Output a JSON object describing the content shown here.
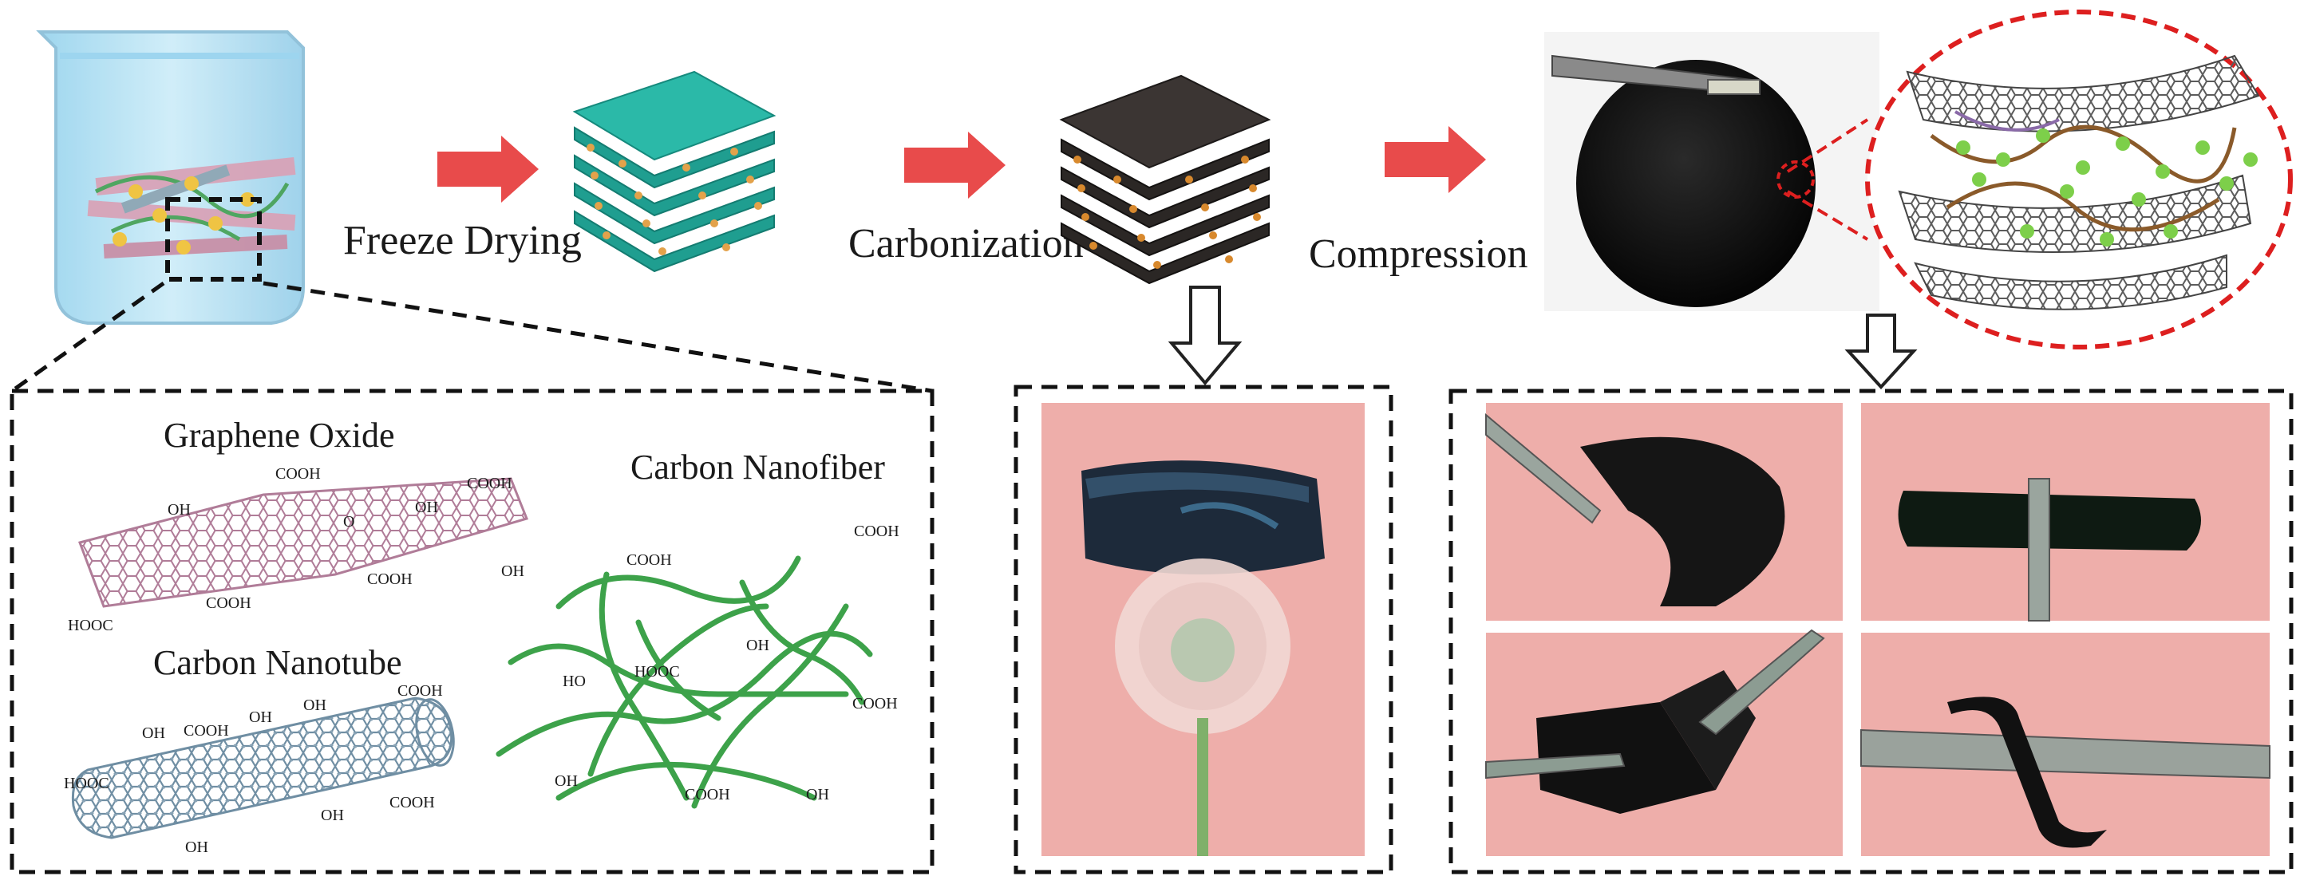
{
  "steps": {
    "freeze_drying": "Freeze Drying",
    "carbonization": "Carbonization",
    "compression": "Compression"
  },
  "materials": {
    "graphene_oxide": "Graphene Oxide",
    "carbon_nanotube": "Carbon Nanotube",
    "carbon_nanofiber": "Carbon Nanofiber"
  },
  "functional_groups": {
    "cooh": "COOH",
    "hooc": "HOOC",
    "oh": "OH",
    "ho": "HO",
    "o": "O"
  },
  "colors": {
    "arrow_red": "#e84b4b",
    "photo_pink": "#eeaeaa",
    "nanofiber_green": "#3da24a",
    "nanotube_blue": "#8fa8b8",
    "graphene_pink": "#c89ab0",
    "aerogel_teal": "#23b3a3",
    "carbon_dark": "#2f2c2a",
    "dashed_border": "#111111",
    "ellipse_red": "#dd1f1f",
    "beaker_blue": "#a9daf0"
  }
}
